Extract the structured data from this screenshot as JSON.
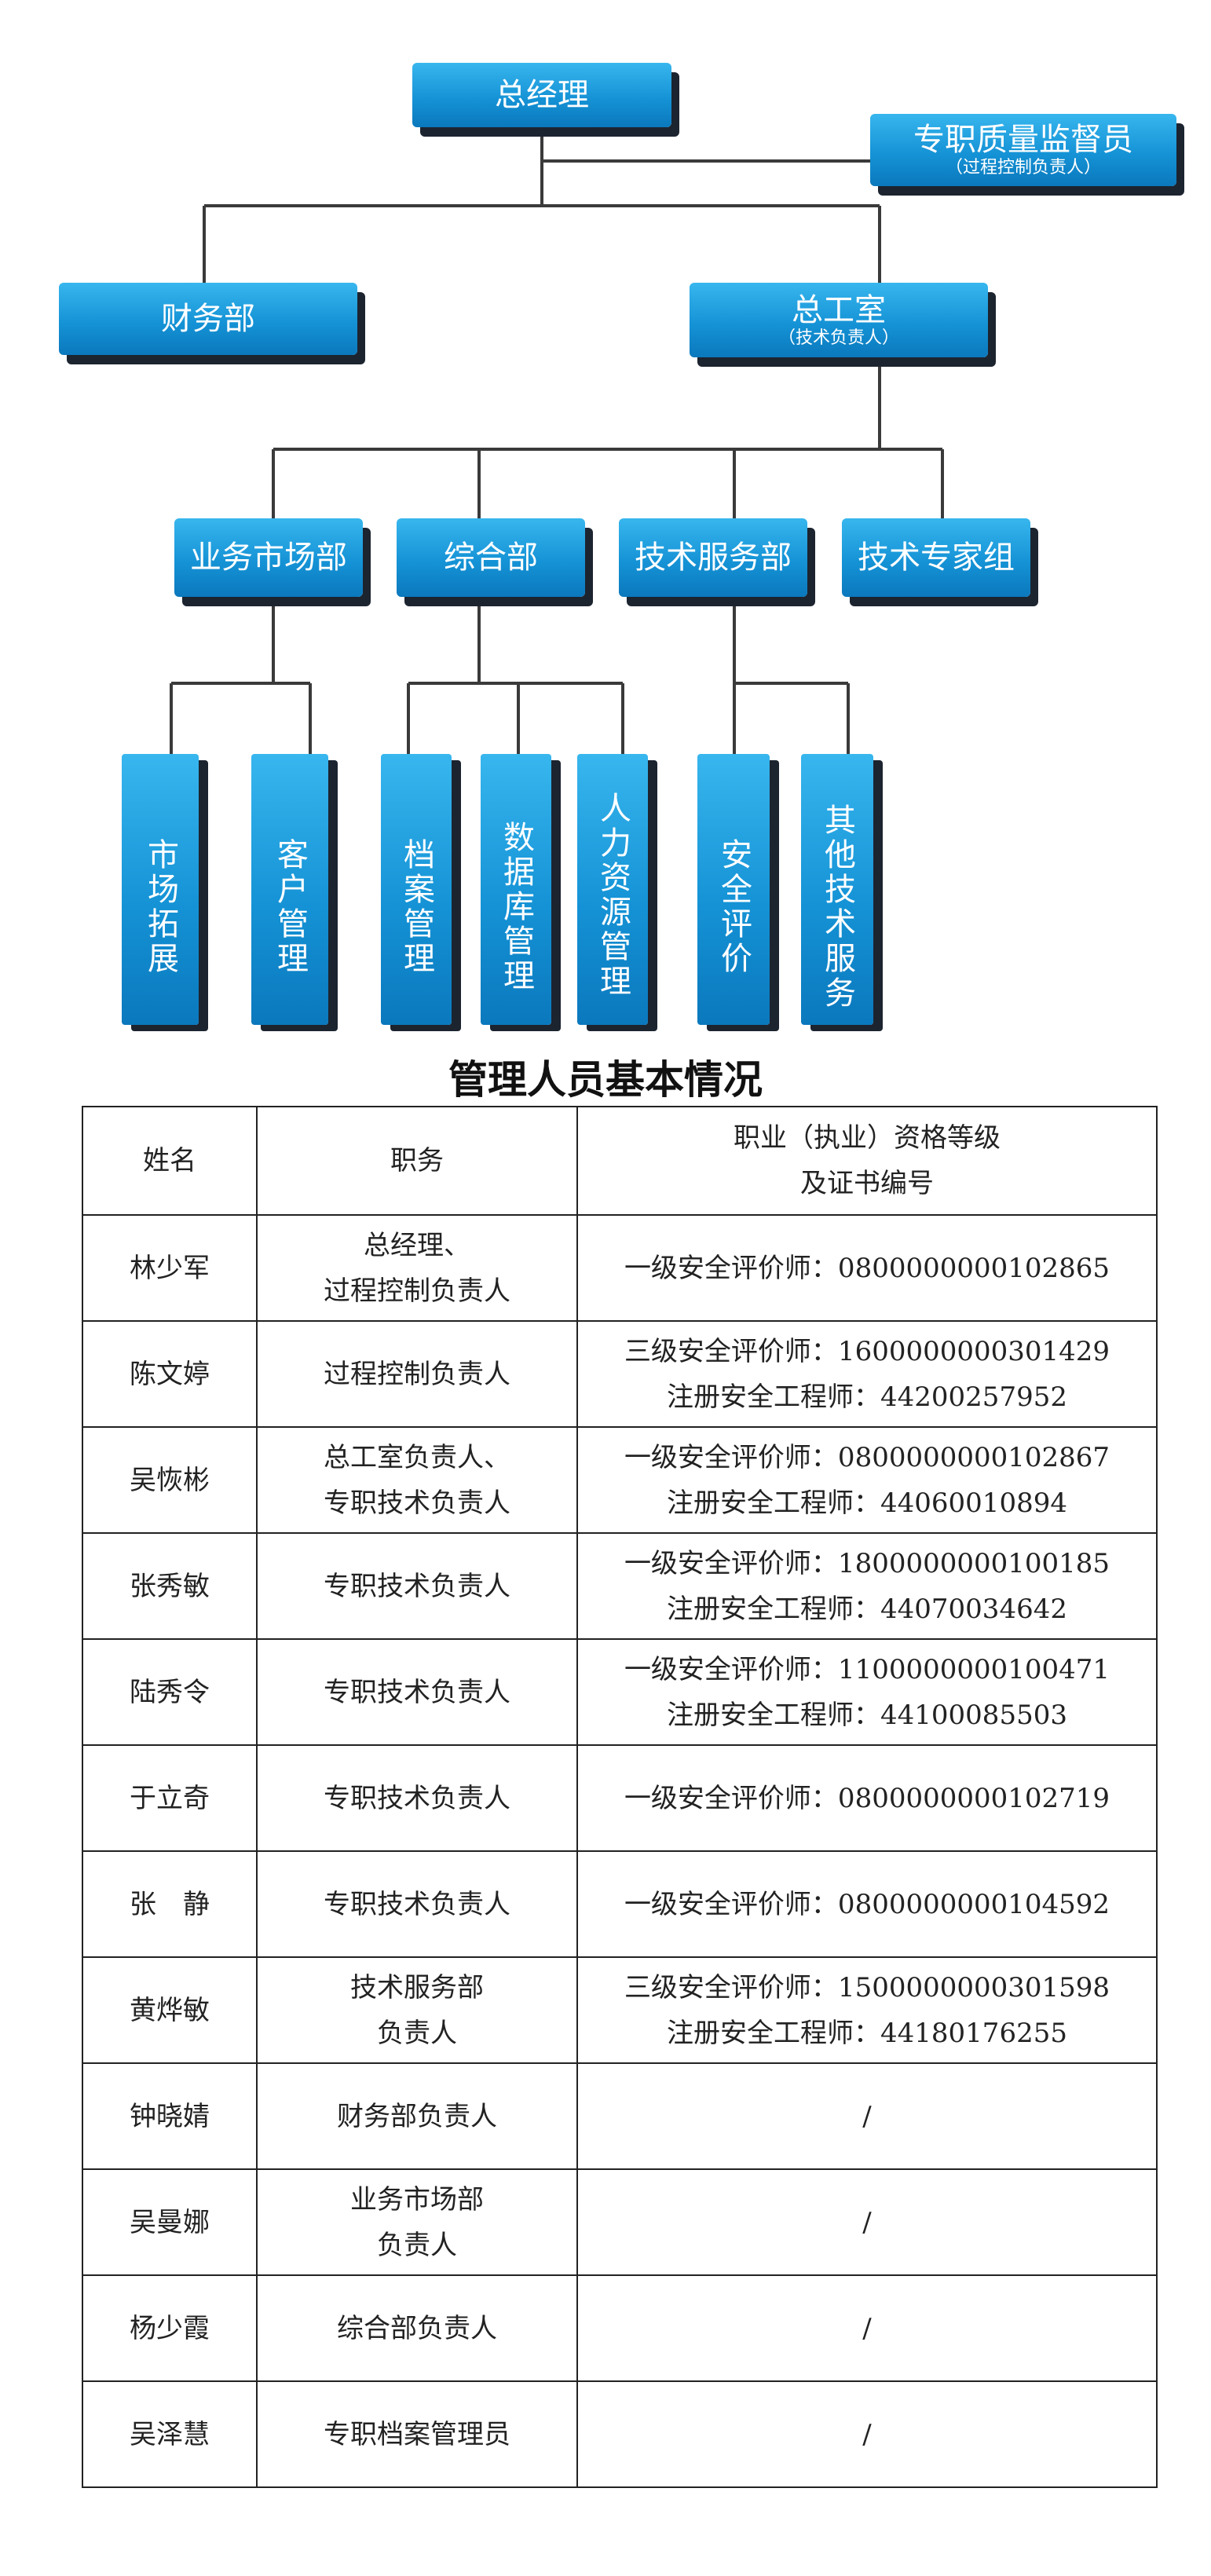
{
  "org_chart": {
    "general_manager": "总经理",
    "quality_supervisor": {
      "title": "专职质量监督员",
      "note": "（过程控制负责人）"
    },
    "finance_dept": "财务部",
    "chief_engineer_office": {
      "title": "总工室",
      "note": "（技术负责人）"
    },
    "departments": [
      "业务市场部",
      "综合部",
      "技术服务部",
      "技术专家组"
    ],
    "sub_units": [
      "市场拓展",
      "客户管理",
      "档案管理",
      "数据库管理",
      "人力资源管理",
      "安全评价",
      "其他技术服务"
    ]
  },
  "table": {
    "title": "管理人员基本情况",
    "headers": {
      "name": "姓名",
      "position": "职务",
      "qualification_line1": "职业（执业）资格等级",
      "qualification_line2": "及证书编号"
    },
    "rows": [
      {
        "name": "林少军",
        "position": [
          "总经理、",
          "过程控制负责人"
        ],
        "qualification": [
          "一级安全评价师：0800000000102865"
        ]
      },
      {
        "name": "陈文婷",
        "position": [
          "过程控制负责人"
        ],
        "qualification": [
          "三级安全评价师：1600000000301429",
          "注册安全工程师：44200257952"
        ]
      },
      {
        "name": "吴恢彬",
        "position": [
          "总工室负责人、",
          "专职技术负责人"
        ],
        "qualification": [
          "一级安全评价师：0800000000102867",
          "注册安全工程师：44060010894"
        ]
      },
      {
        "name": "张秀敏",
        "position": [
          "专职技术负责人"
        ],
        "qualification": [
          "一级安全评价师：1800000000100185",
          "注册安全工程师：44070034642"
        ]
      },
      {
        "name": "陆秀令",
        "position": [
          "专职技术负责人"
        ],
        "qualification": [
          "一级安全评价师：1100000000100471",
          "注册安全工程师：44100085503"
        ]
      },
      {
        "name": "于立奇",
        "position": [
          "专职技术负责人"
        ],
        "qualification": [
          "一级安全评价师：0800000000102719"
        ]
      },
      {
        "name": "张　静",
        "position": [
          "专职技术负责人"
        ],
        "qualification": [
          "一级安全评价师：0800000000104592"
        ]
      },
      {
        "name": "黄烨敏",
        "position": [
          "技术服务部",
          "负责人"
        ],
        "qualification": [
          "三级安全评价师：1500000000301598",
          "注册安全工程师：44180176255"
        ]
      },
      {
        "name": "钟晓婧",
        "position": [
          "财务部负责人"
        ],
        "qualification": [
          "/"
        ]
      },
      {
        "name": "吴曼娜",
        "position": [
          "业务市场部",
          "负责人"
        ],
        "qualification": [
          "/"
        ]
      },
      {
        "name": "杨少霞",
        "position": [
          "综合部负责人"
        ],
        "qualification": [
          "/"
        ]
      },
      {
        "name": "吴泽慧",
        "position": [
          "专职档案管理员"
        ],
        "qualification": [
          "/"
        ]
      }
    ]
  }
}
